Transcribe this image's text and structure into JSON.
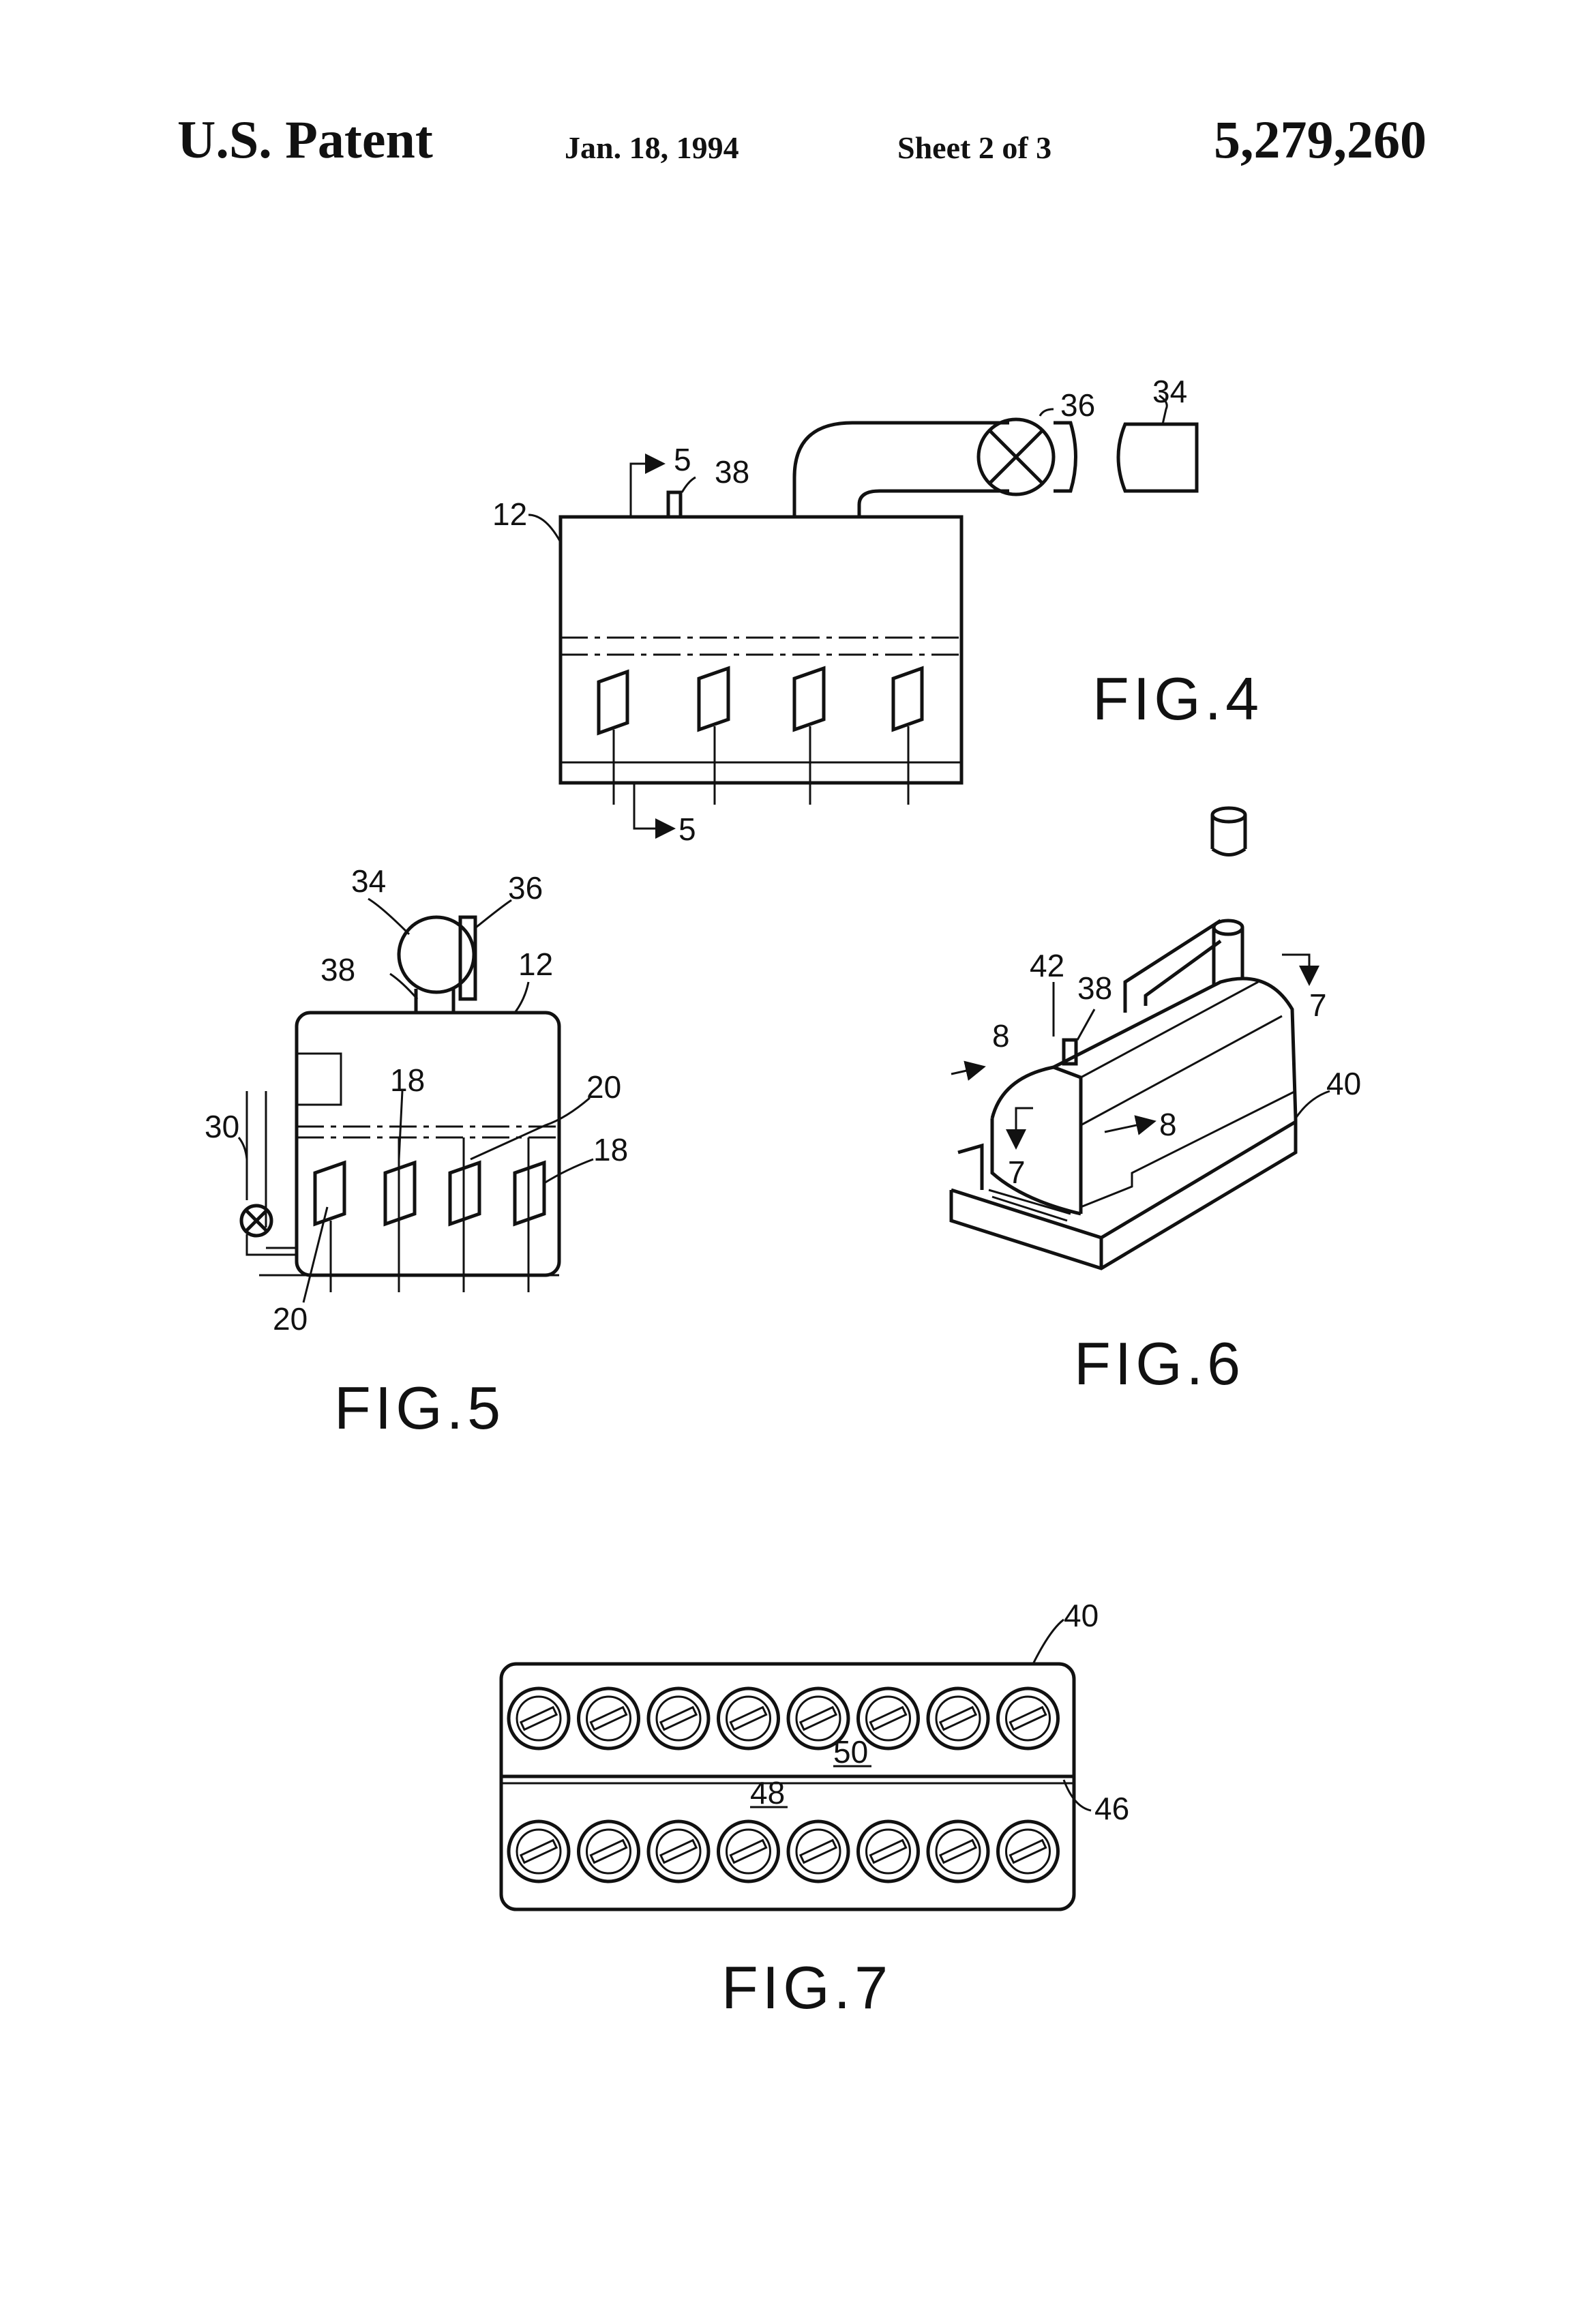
{
  "header": {
    "patent": "U.S. Patent",
    "date": "Jan. 18, 1994",
    "sheet": "Sheet 2 of 3",
    "number": "5,279,260"
  },
  "fig4": {
    "title": "FIG.4",
    "refs": {
      "r12": "12",
      "r5a": "5",
      "r5b": "5",
      "r38": "38",
      "r36": "36",
      "r34": "34"
    }
  },
  "fig5": {
    "title": "FIG.5",
    "refs": {
      "r34": "34",
      "r36": "36",
      "r38": "38",
      "r12": "12",
      "r18a": "18",
      "r20a": "20",
      "r30": "30",
      "r18b": "18",
      "r20b": "20"
    }
  },
  "fig6": {
    "title": "FIG.6",
    "refs": {
      "r42": "42",
      "r38": "38",
      "r8a": "8",
      "r7a": "7",
      "r40": "40",
      "r8b": "8",
      "r7b": "7"
    }
  },
  "fig7": {
    "title": "FIG.7",
    "refs": {
      "r40": "40",
      "r50": "50",
      "r48": "48",
      "r46": "46"
    }
  }
}
